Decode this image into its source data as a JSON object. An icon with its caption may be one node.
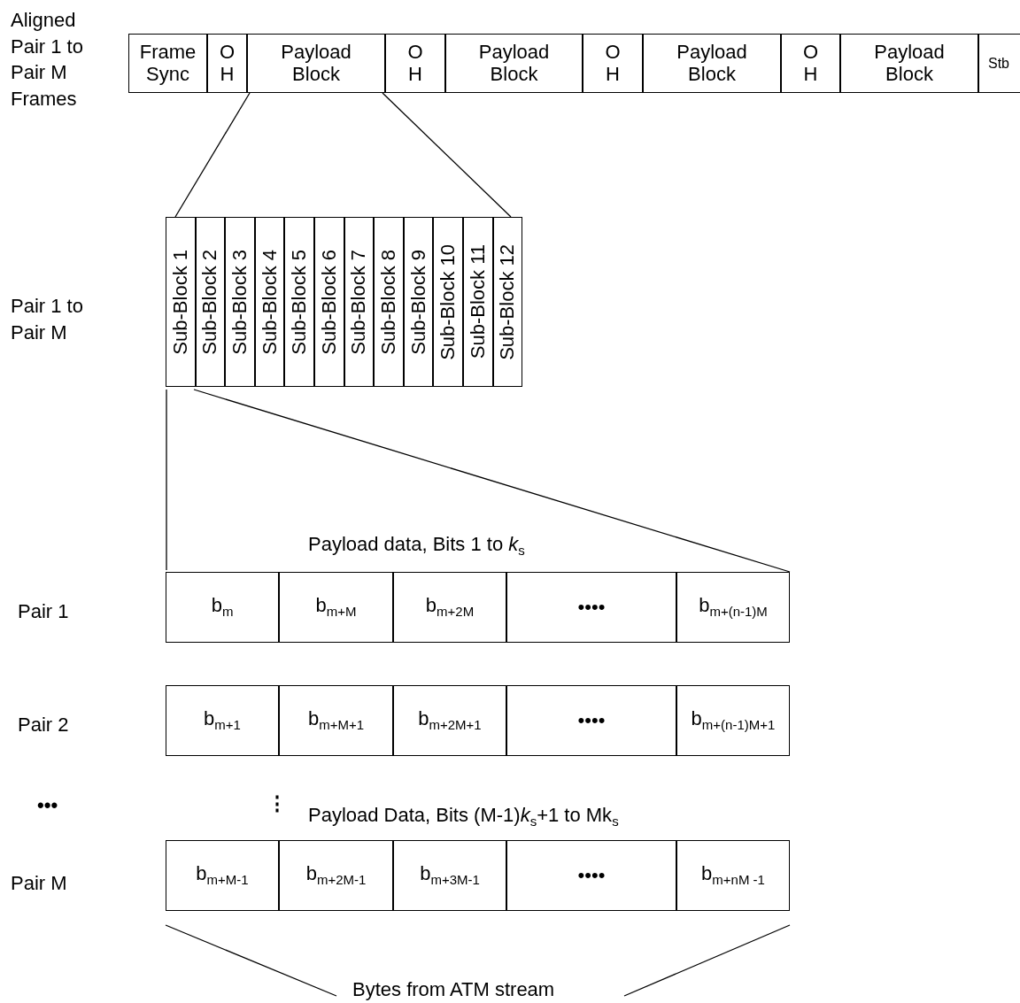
{
  "diagram": {
    "nodes": [
      {
        "text": [
          "Frame Sync"
        ]
      },
      {
        "text": [
          "O H"
        ]
      },
      {
        "text": [
          "Payload Block"
        ]
      },
      {
        "text": [
          "O H"
        ]
      },
      {
        "text": [
          "Payload Block"
        ]
      },
      {
        "text": [
          "O H"
        ]
      },
      {
        "text": [
          "Payload Block"
        ]
      },
      {
        "text": [
          "O H"
        ]
      },
      {
        "text": [
          "Payload Block"
        ]
      },
      {
        "text": [
          "Stb"
        ]
      },
      {
        "text": [
          "Sub-Block 1"
        ]
      },
      {
        "text": [
          "Sub-Block 2"
        ]
      },
      {
        "text": [
          "Sub-Block 3"
        ]
      },
      {
        "text": [
          "Sub-Block 4"
        ]
      },
      {
        "text": [
          "Sub-Block 5"
        ]
      },
      {
        "text": [
          "Sub-Block 6"
        ]
      },
      {
        "text": [
          "Sub-Block 7"
        ]
      },
      {
        "text": [
          "Sub-Block 8"
        ]
      },
      {
        "text": [
          "Sub-Block 9"
        ]
      },
      {
        "text": [
          "Sub-Block 10"
        ]
      },
      {
        "text": [
          "Sub-Block 11"
        ]
      },
      {
        "text": [
          "Sub-Block 12"
        ]
      },
      {
        "text": [
          "b$_{m}$"
        ]
      },
      {
        "text": [
          "b$_{m+M}$"
        ]
      },
      {
        "text": [
          "b$_{m+2M}$"
        ]
      },
      {
        "text": [
          "••••"
        ]
      },
      {
        "text": [
          "b$_{m+(n-1)M}$"
        ]
      },
      {
        "text": [
          "b$_{m+1}$"
        ]
      },
      {
        "text": [
          "b$_{m+M+1}$"
        ]
      },
      {
        "text": [
          "b$_{m+2M+1}$"
        ]
      },
      {
        "text": [
          "••••"
        ]
      },
      {
        "text": [
          "b$_{m+(n-1)M+1}$"
        ]
      },
      {
        "text": [
          "b$_{m+M-1}$"
        ]
      },
      {
        "text": [
          "b$_{m+2M-1}$"
        ]
      },
      {
        "text": [
          "b$_{m+3M-1}$"
        ]
      },
      {
        "text": [
          "••••"
        ]
      },
      {
        "text": [
          "b$_{m+nM -1}$"
        ]
      }
    ],
    "edges": [
      {
        "from": 2,
        "to": 10,
        "arrow": "none"
      },
      {
        "from": 2,
        "to": 21,
        "arrow": "none"
      },
      {
        "from": 10,
        "to": 22,
        "arrow": "none"
      },
      {
        "from": 10,
        "to": 26,
        "arrow": "none"
      }
    ],
    "labels": [
      "Aligned Pair 1 to Pair M Frames",
      "Pair 1 to Pair M",
      "Payload data, Bits 1 to *k*$_{s}$",
      "Pair 1",
      "Pair 2",
      "•••",
      "⋮",
      "Payload Data, Bits (M-1)*k*$_{s}$+1 to Mk$_{s}$",
      "Pair M",
      "Bytes from ATM stream"
    ]
  }
}
